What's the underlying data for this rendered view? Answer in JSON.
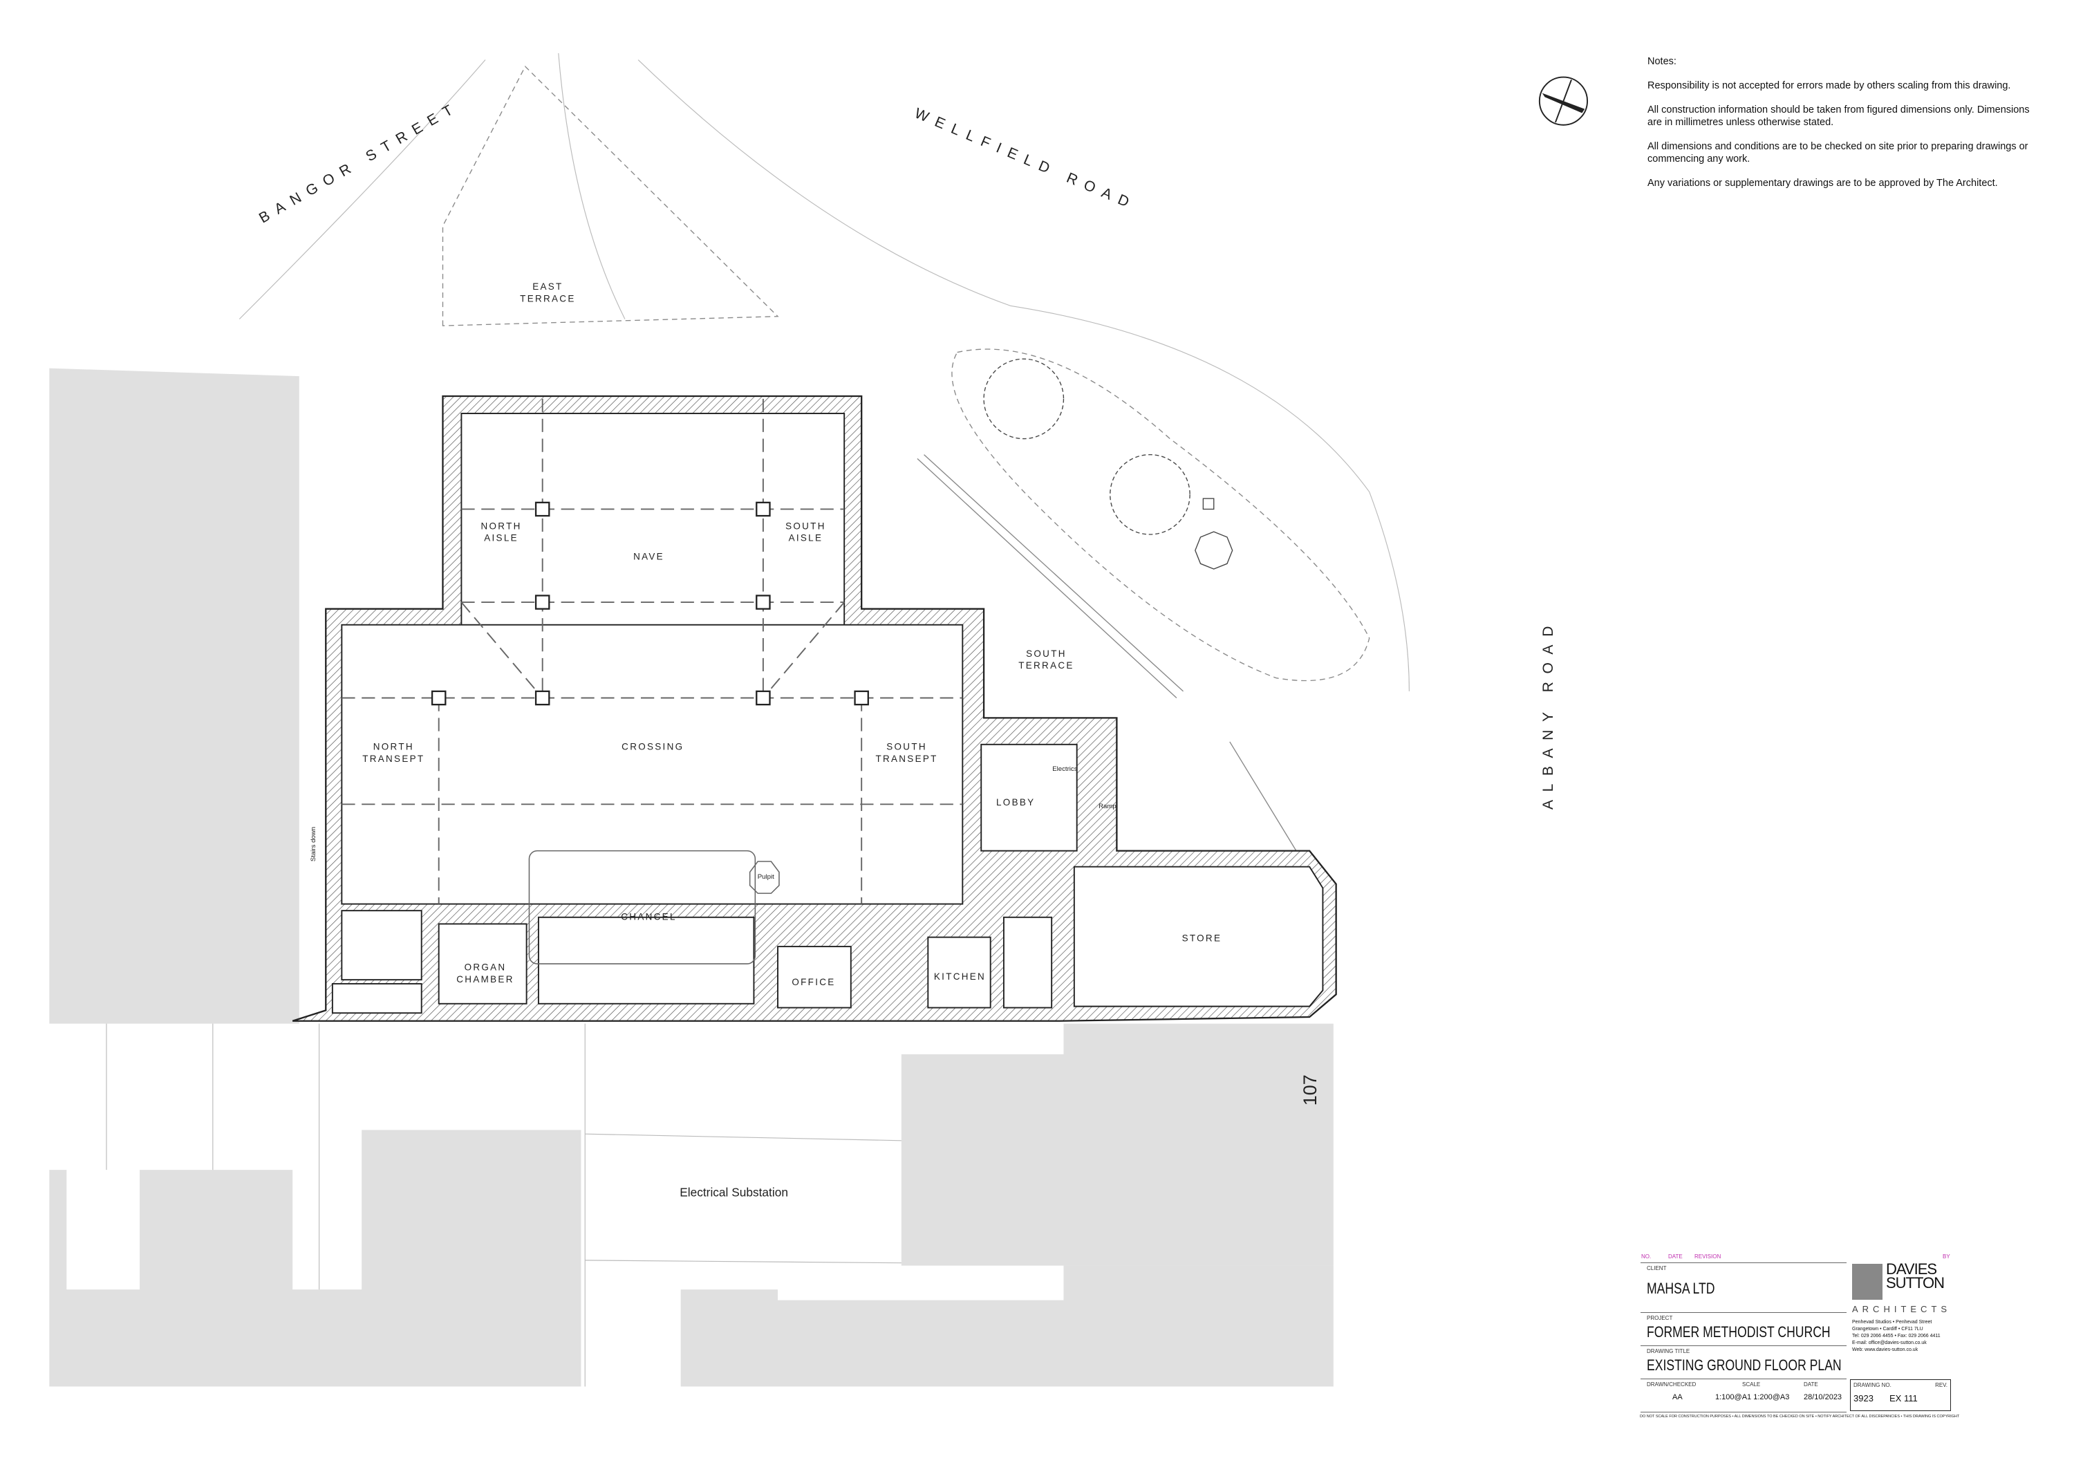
{
  "notes": {
    "heading": "Notes:",
    "items": [
      "Responsibility is not accepted for errors made by others scaling from this drawing.",
      "All construction information should be taken from figured dimensions only. Dimensions are in millimetres unless otherwise stated.",
      "All dimensions and conditions are to be checked on site prior to preparing drawings or commencing any work.",
      "Any variations or supplementary drawings are to be approved by The Architect."
    ]
  },
  "streets": {
    "bangor": "BANGOR STREET",
    "wellfield": "WELLFIELD ROAD",
    "albany": "ALBANY ROAD"
  },
  "rooms": {
    "east_terrace": [
      "EAST",
      "TERRACE"
    ],
    "south_terrace": [
      "SOUTH",
      "TERRACE"
    ],
    "north_aisle": [
      "NORTH",
      "AISLE"
    ],
    "south_aisle": [
      "SOUTH",
      "AISLE"
    ],
    "nave": "NAVE",
    "crossing": "CROSSING",
    "north_transept": [
      "NORTH",
      "TRANSEPT"
    ],
    "south_transept": [
      "SOUTH",
      "TRANSEPT"
    ],
    "chancel": "CHANCEL",
    "organ_chamber": [
      "ORGAN",
      "CHAMBER"
    ],
    "office": "OFFICE",
    "kitchen": "KITCHEN",
    "lobby": "LOBBY",
    "store": "STORE",
    "pulpit": "Pulpit",
    "electrics": "Electrics",
    "ramp": "Ramp",
    "stairs_down": "Stairs down"
  },
  "site": {
    "substation": "Electrical Substation",
    "house_number": "107"
  },
  "title_block": {
    "rev_headers": {
      "no": "NO.",
      "date": "DATE",
      "revision": "REVISION",
      "by": "BY"
    },
    "client_label": "CLIENT",
    "client": "MAHSA LTD",
    "project_label": "PROJECT",
    "project": "FORMER METHODIST CHURCH",
    "drawing_title_label": "DRAWING TITLE",
    "drawing_title": "EXISTING GROUND FLOOR PLAN",
    "drawn_label": "DRAWN/CHECKED",
    "drawn": "AA",
    "scale_label": "SCALE",
    "scale": "1:100@A1 1:200@A3",
    "date_label": "DATE",
    "date": "28/10/2023",
    "drawing_no_label": "DRAWING NO.",
    "rev_label": "REV.",
    "job_no": "3923",
    "drawing_no": "EX 111",
    "footer": "DO NOT SCALE FOR CONSTRUCTION PURPOSES • ALL DIMENSIONS TO BE CHECKED ON SITE • NOTIFY ARCHITECT OF ALL DISCREPANCIES • THIS DRAWING IS COPYRIGHT",
    "firm": {
      "line1": "DAVIES",
      "line2": "SUTTON",
      "line3": "ARCHITECTS",
      "address1": "Penhevad Studios • Penhevad Street",
      "address2": "Grangetown • Cardiff • CF11 7LU",
      "tel": "Tel: 029 2066 4455  • Fax: 029 2066 4411",
      "email": "E-mail: office@davies-sutton.co.uk",
      "web": "Web: www.davies-sutton.co.uk"
    }
  },
  "colors": {
    "neighbour_fill": "#e0e0e0",
    "revision_text": "#c02fb0",
    "wall": "#222222"
  }
}
